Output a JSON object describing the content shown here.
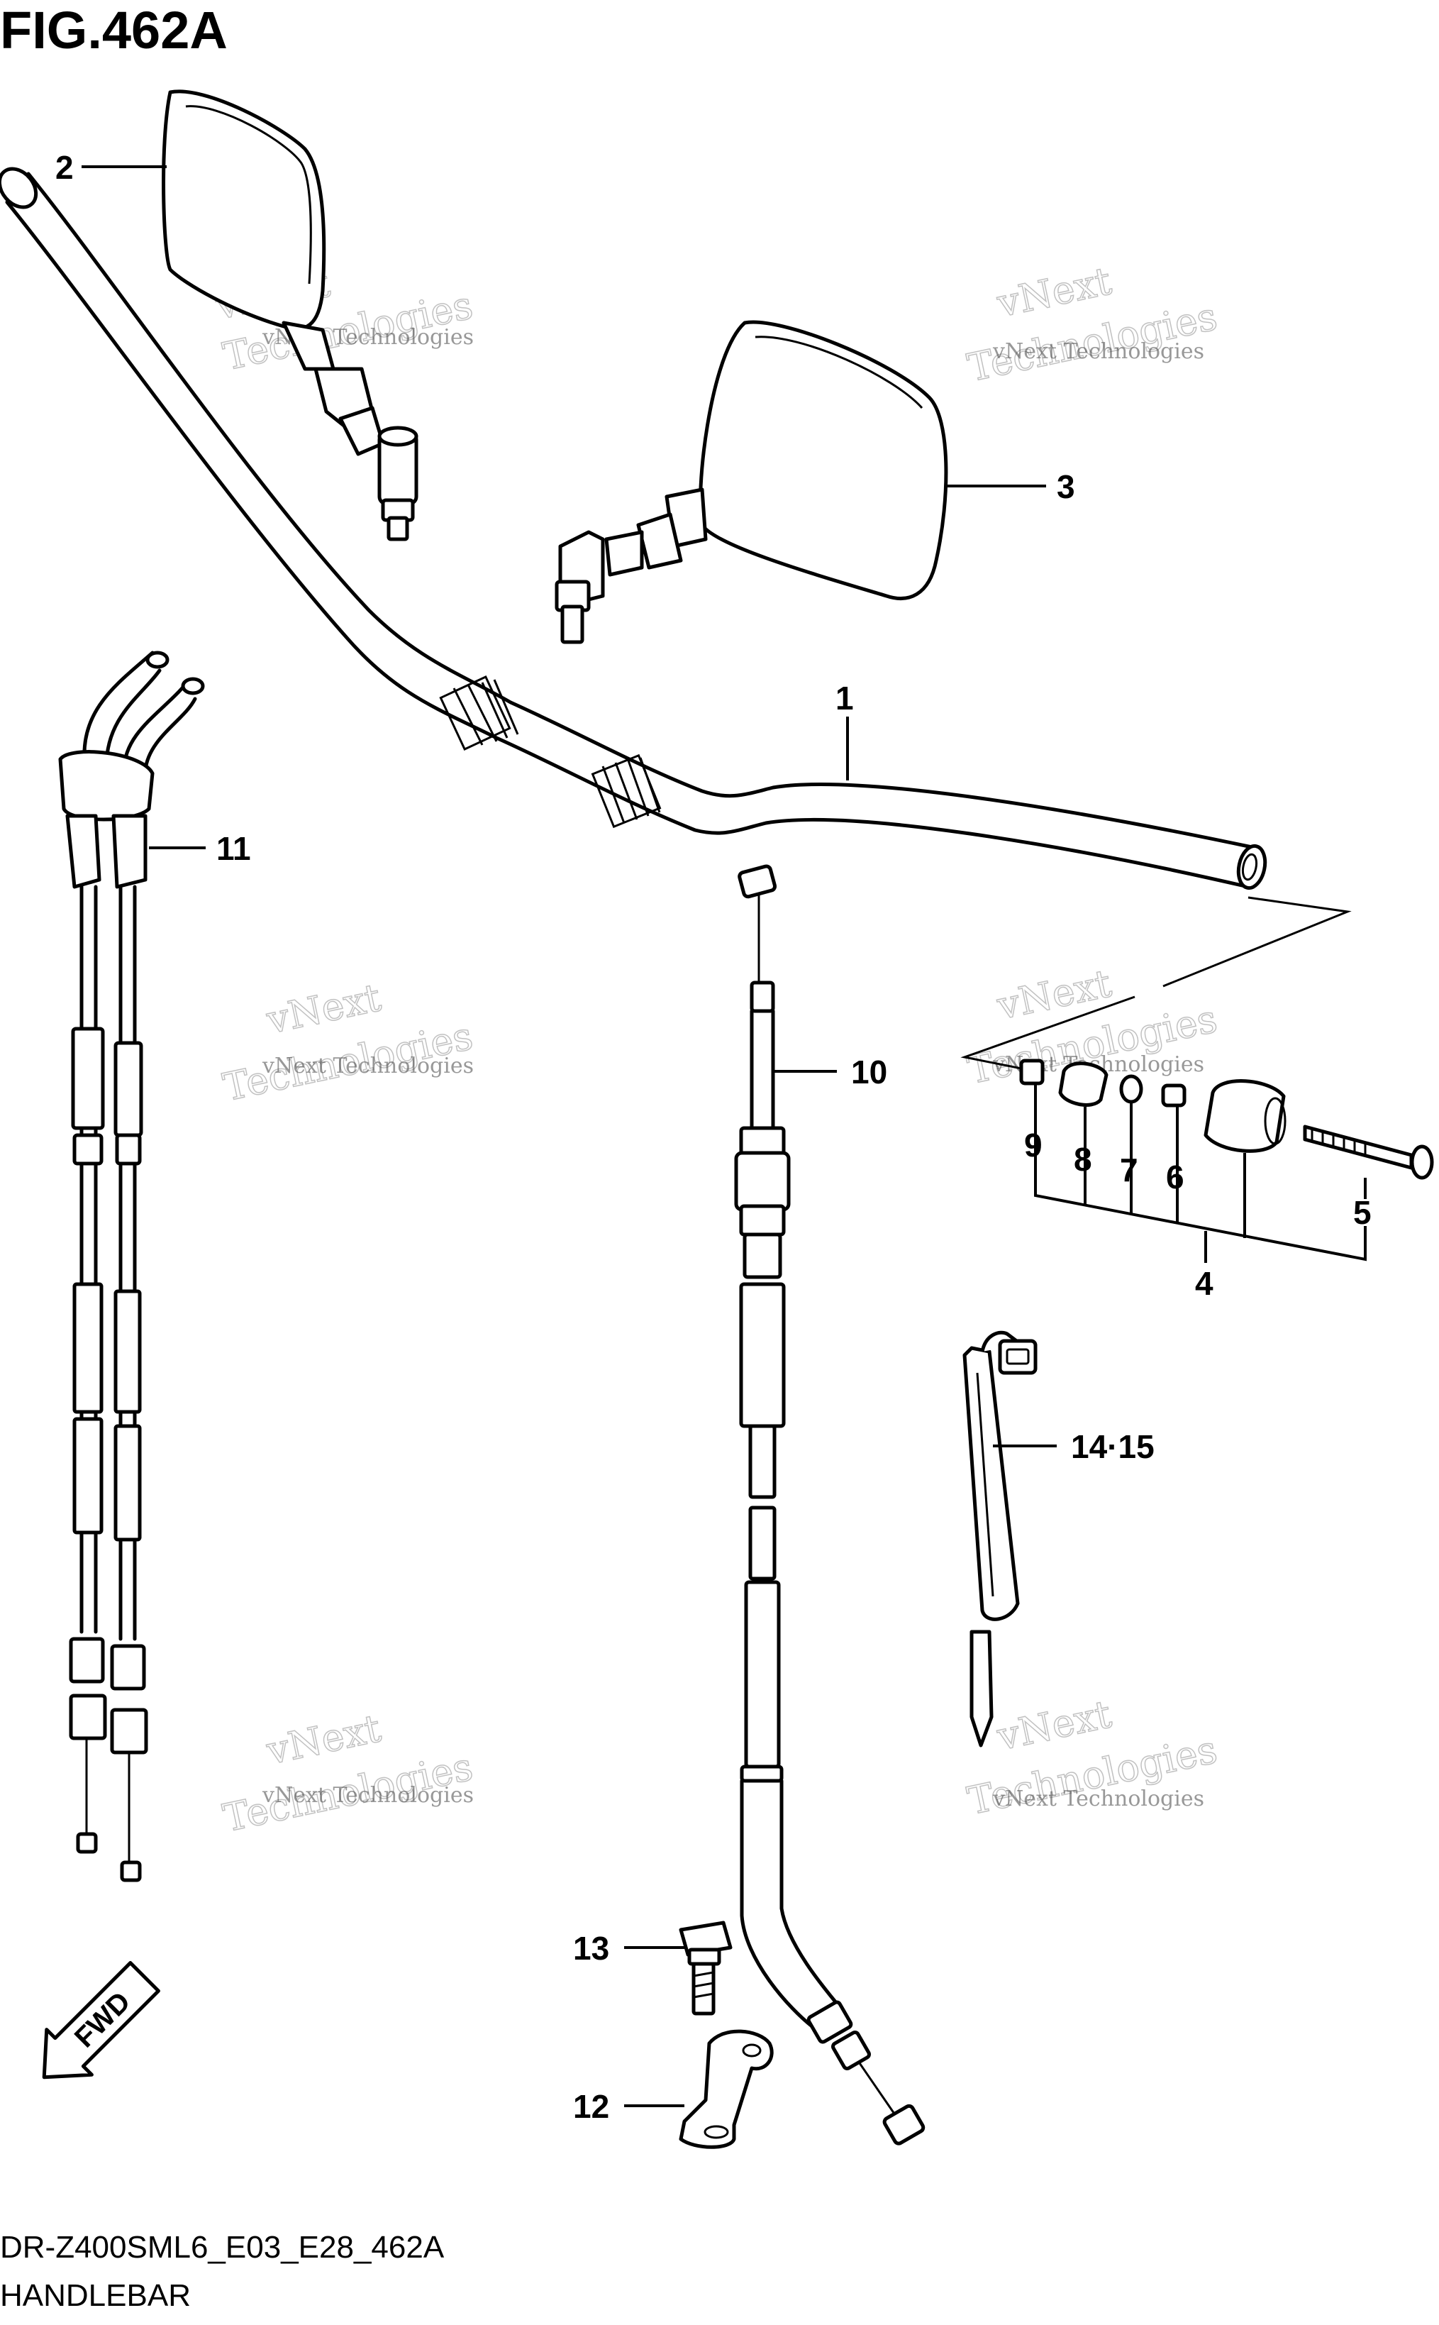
{
  "figure": {
    "title": "FIG.462A",
    "code": "DR-Z400SML6_E03_E28_462A",
    "name": "HANDLEBAR"
  },
  "callouts": {
    "c1": "1",
    "c2": "2",
    "c3": "3",
    "c4": "4",
    "c5": "5",
    "c6": "6",
    "c7": "7",
    "c8": "8",
    "c9": "9",
    "c10": "10",
    "c11": "11",
    "c12": "12",
    "c13": "13",
    "c14_15": "14·15"
  },
  "watermark": {
    "small": "vNext Technologies",
    "big": "Technologies",
    "top": "vNext"
  },
  "direction_badge": "FWD"
}
